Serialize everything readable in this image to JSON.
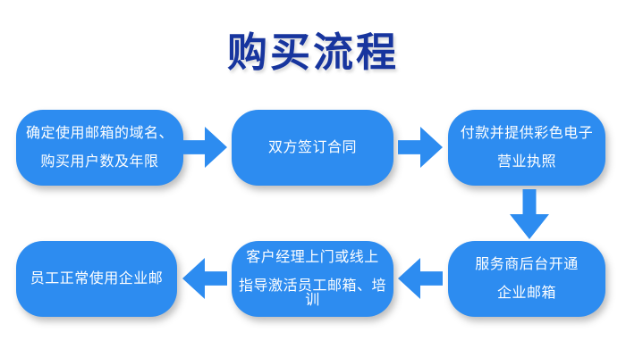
{
  "title": "购买流程",
  "colors": {
    "box_blue": "#2D8CF0",
    "title_blue": "#17359E",
    "text_white": "#FFFFFF",
    "background": "#FFFFFF"
  },
  "steps": [
    {
      "lines": [
        "确定使用邮箱的域名、",
        "购买用户数及年限"
      ]
    },
    {
      "lines": [
        "双方签订合同"
      ]
    },
    {
      "lines": [
        "付款并提供彩色电子",
        "营业执照"
      ]
    },
    {
      "lines": [
        "服务商后台开通",
        "企业邮箱"
      ]
    },
    {
      "lines": [
        "客户经理上门或线上",
        "指导激活员工邮箱、培训"
      ]
    },
    {
      "lines": [
        "员工正常使用企业邮"
      ]
    }
  ],
  "arrows": [
    {
      "from_step": 1,
      "to_step": 2,
      "direction": "right"
    },
    {
      "from_step": 2,
      "to_step": 3,
      "direction": "right"
    },
    {
      "from_step": 3,
      "to_step": 4,
      "direction": "down"
    },
    {
      "from_step": 4,
      "to_step": 5,
      "direction": "left"
    },
    {
      "from_step": 5,
      "to_step": 6,
      "direction": "left"
    }
  ]
}
